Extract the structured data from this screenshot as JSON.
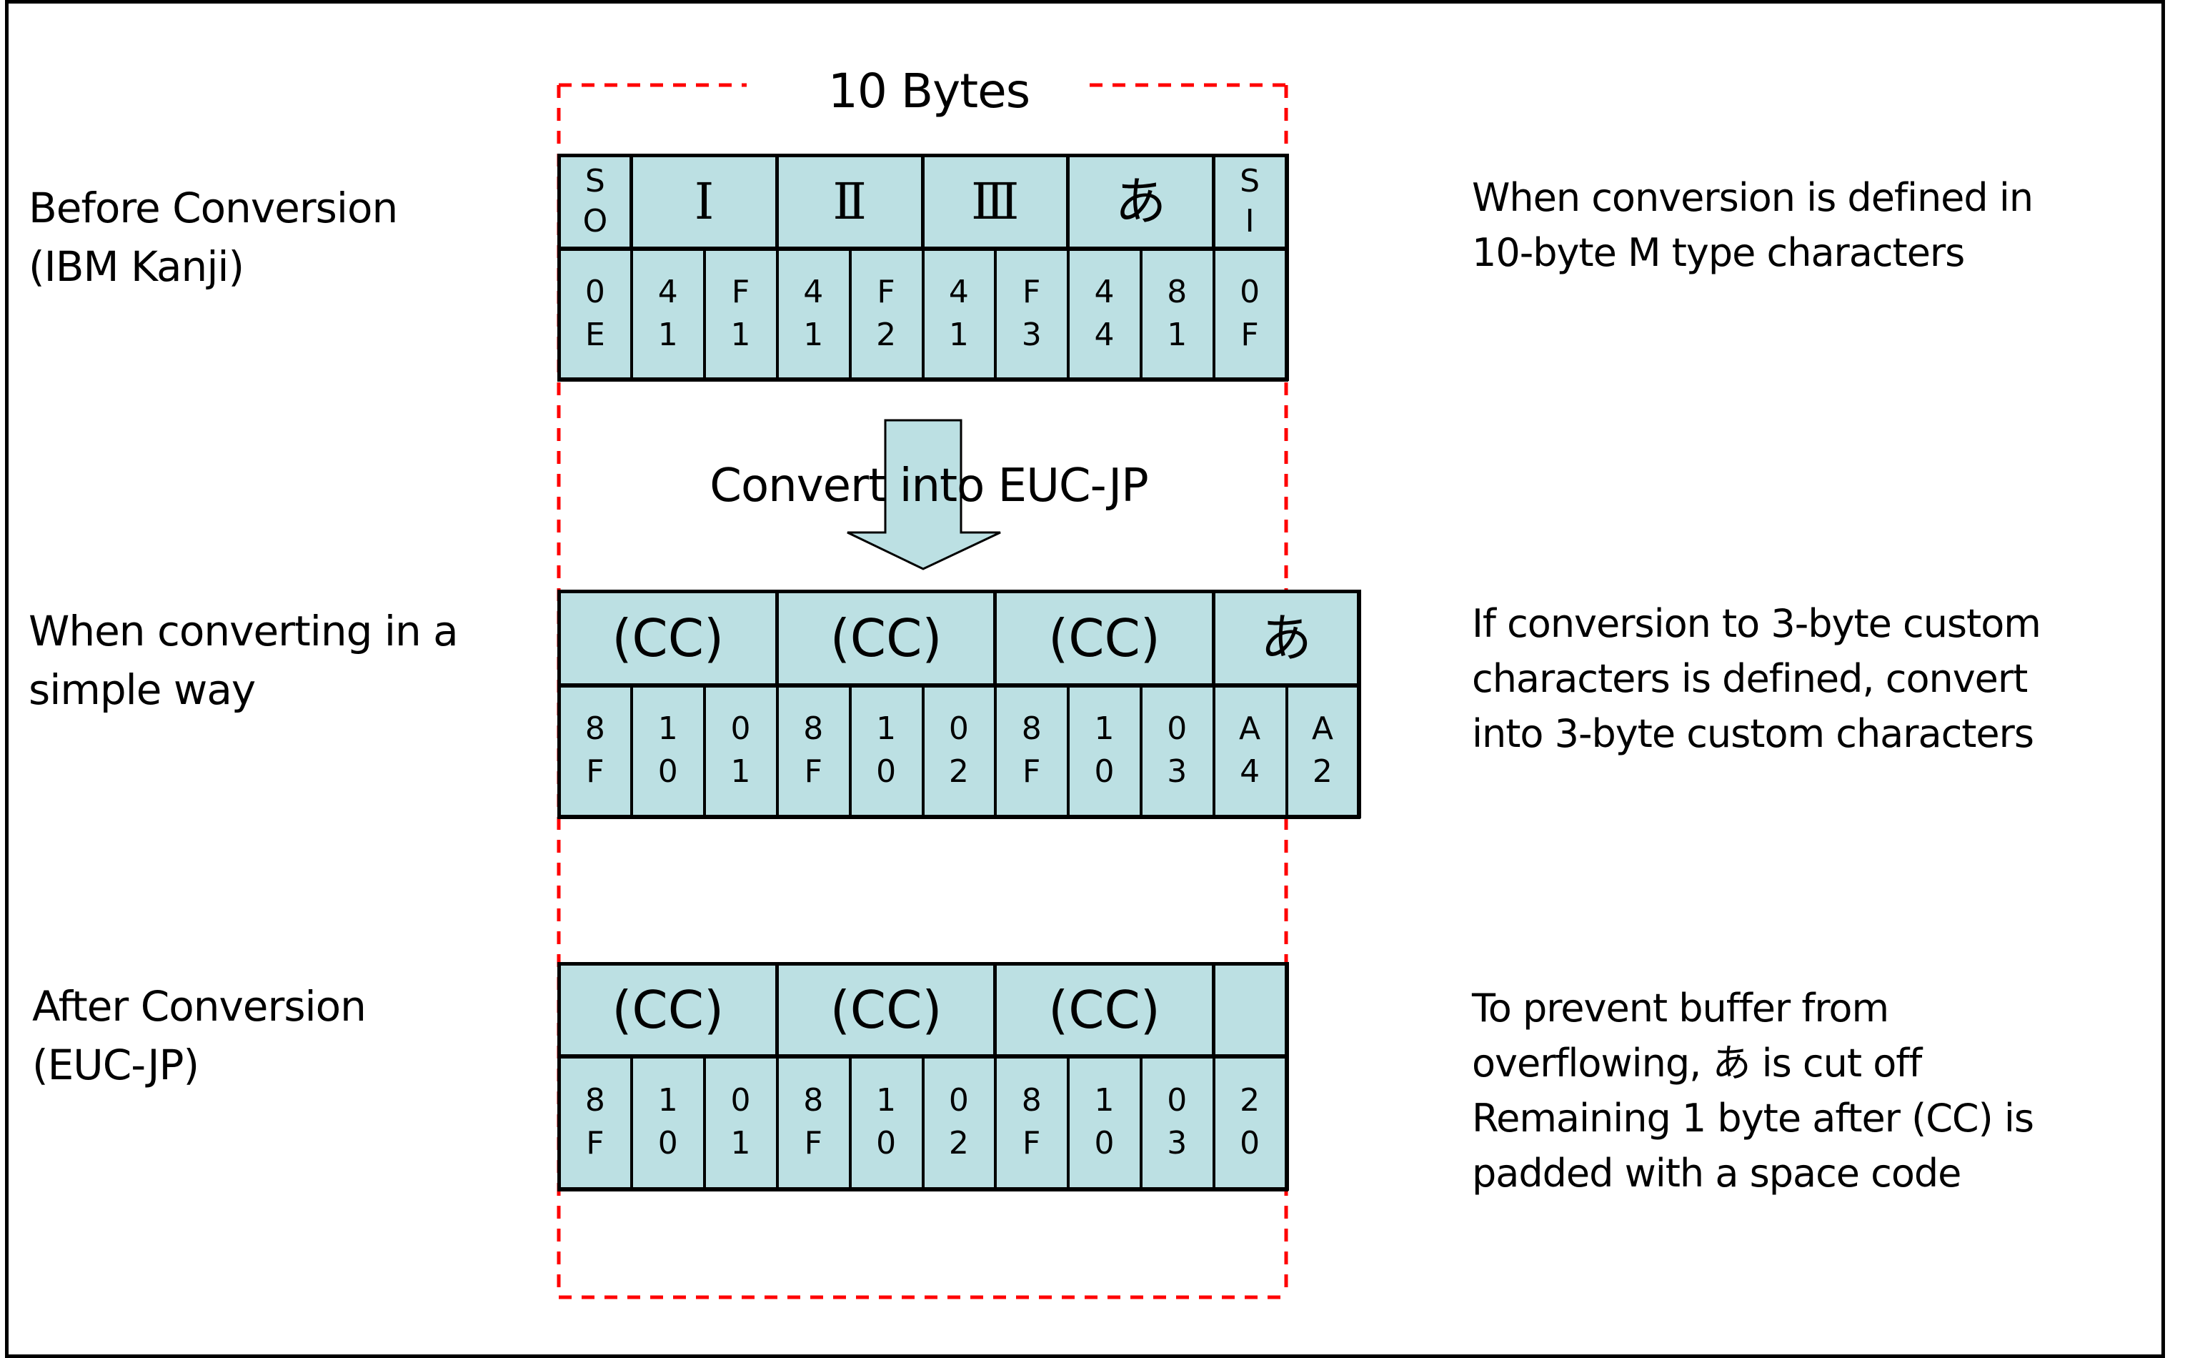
{
  "diagram": {
    "title_width": "10 Bytes",
    "arrow_label": "Convert into EUC-JP",
    "colors": {
      "cell_fill": "#BCE0E3",
      "dashed_box": "#FF0000",
      "border": "#000000"
    },
    "rows": [
      {
        "label": "Before Conversion\n(IBM Kanji)",
        "note": "When conversion is defined in\n10-byte M type characters",
        "chars": [
          {
            "text": "S\nO",
            "bytes": 1,
            "style": "stack"
          },
          {
            "text": "Ⅰ",
            "bytes": 2,
            "style": "roman"
          },
          {
            "text": "Ⅱ",
            "bytes": 2,
            "style": "roman"
          },
          {
            "text": "Ⅲ",
            "bytes": 2,
            "style": "roman"
          },
          {
            "text": "あ",
            "bytes": 2,
            "style": "normal"
          },
          {
            "text": "S\nI",
            "bytes": 1,
            "style": "stack"
          }
        ],
        "bytes": [
          "0\nE",
          "4\n1",
          "F\n1",
          "4\n1",
          "F\n2",
          "4\n1",
          "F\n3",
          "4\n4",
          "8\n1",
          "0\nF"
        ]
      },
      {
        "label": "When converting in a\nsimple way",
        "note": "If conversion to 3-byte custom\ncharacters is defined, convert\ninto 3-byte custom characters",
        "chars": [
          {
            "text": "(CC)",
            "bytes": 3,
            "style": "normal"
          },
          {
            "text": "(CC)",
            "bytes": 3,
            "style": "normal"
          },
          {
            "text": "(CC)",
            "bytes": 3,
            "style": "normal"
          },
          {
            "text": "あ",
            "bytes": 2,
            "style": "normal"
          }
        ],
        "bytes": [
          "8\nF",
          "1\n0",
          "0\n1",
          "8\nF",
          "1\n0",
          "0\n2",
          "8\nF",
          "1\n0",
          "0\n3",
          "A\n4",
          "A\n2"
        ]
      },
      {
        "label": "After Conversion\n(EUC-JP)",
        "note": "To prevent buffer from\noverflowing, あ is cut off\nRemaining 1 byte after (CC) is\npadded with a space code",
        "chars": [
          {
            "text": "(CC)",
            "bytes": 3,
            "style": "normal"
          },
          {
            "text": "(CC)",
            "bytes": 3,
            "style": "normal"
          },
          {
            "text": "(CC)",
            "bytes": 3,
            "style": "normal"
          },
          {
            "text": "",
            "bytes": 1,
            "style": "normal"
          }
        ],
        "bytes": [
          "8\nF",
          "1\n0",
          "0\n1",
          "8\nF",
          "1\n0",
          "0\n2",
          "8\nF",
          "1\n0",
          "0\n3",
          "2\n0"
        ]
      }
    ]
  }
}
